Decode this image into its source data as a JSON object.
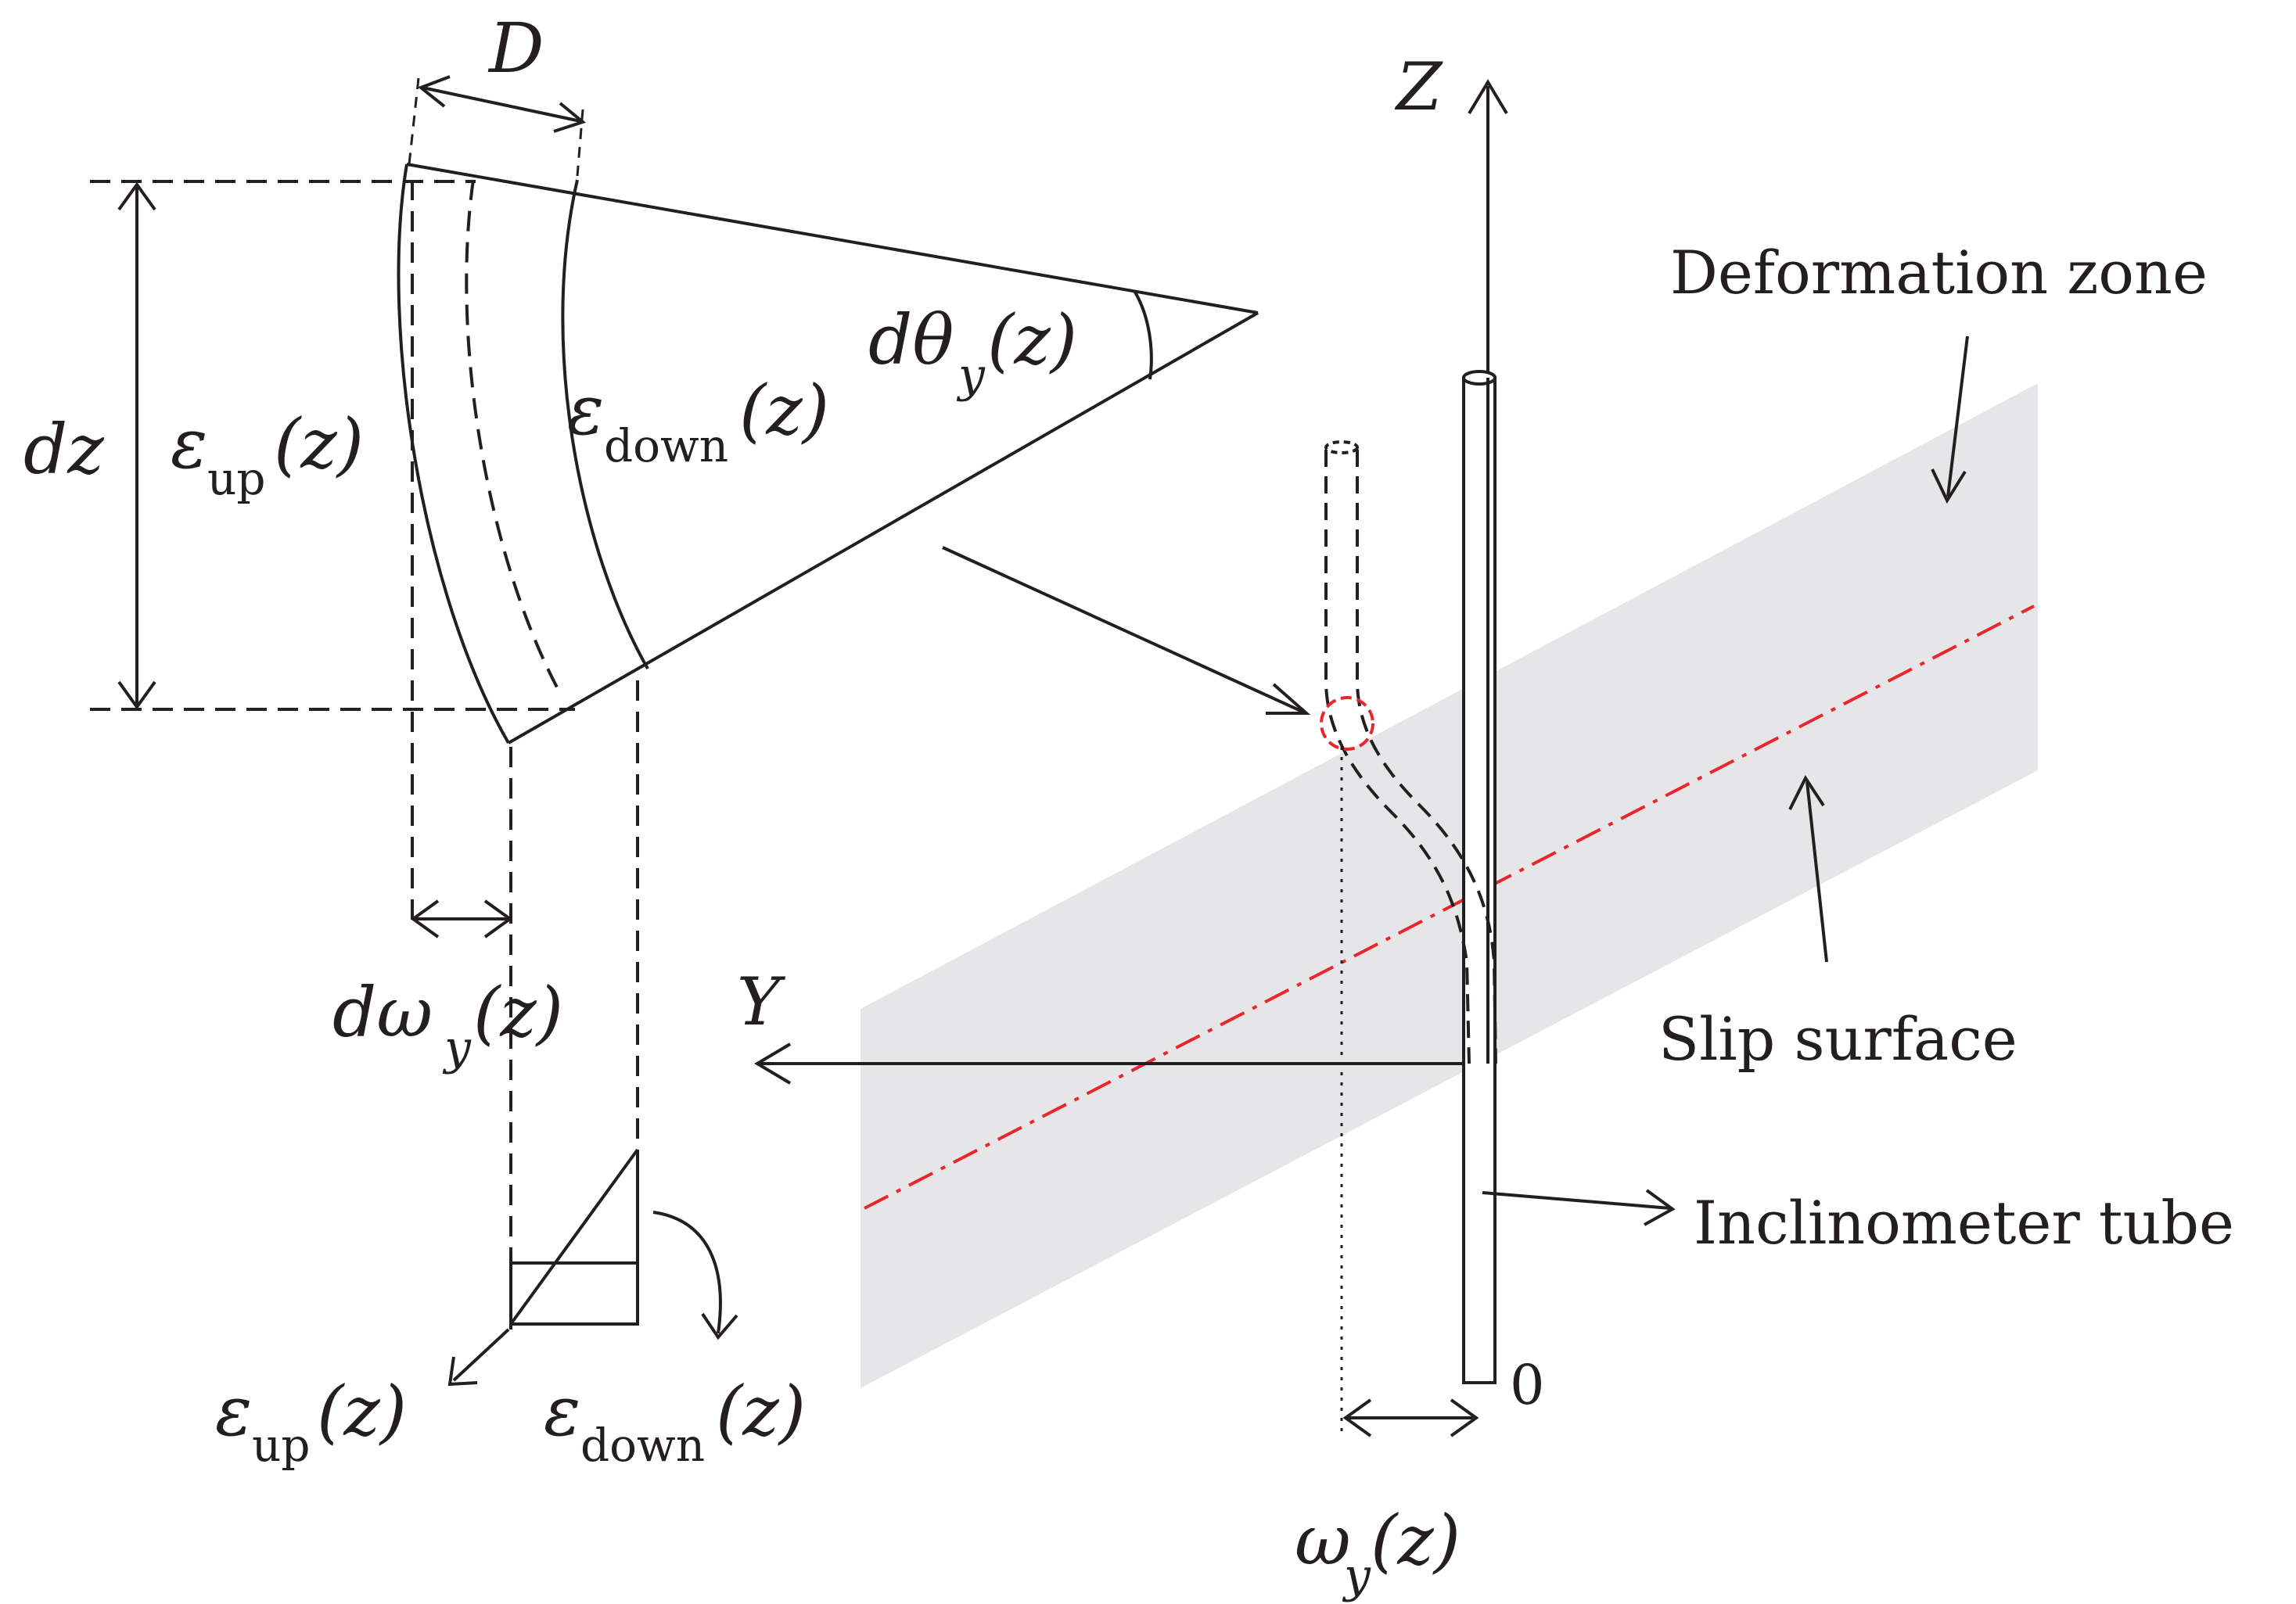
{
  "labels": {
    "D": "D",
    "dz": "dz",
    "eps": "ε",
    "up": "up",
    "down": "down",
    "z_arg": "(z)",
    "dtheta": "dθ",
    "domega": "dω",
    "omega": "ω",
    "y_sub": "y",
    "Z_axis": "Z",
    "Y_axis": "Y",
    "origin": "0",
    "deformation_zone": "Deformation zone",
    "slip_surface": "Slip surface",
    "inclinometer_tube": "Inclinometer tube"
  },
  "colors": {
    "ink": "#231f20",
    "zone_fill": "#e6e6e8",
    "slip_line": "#e8262b"
  }
}
